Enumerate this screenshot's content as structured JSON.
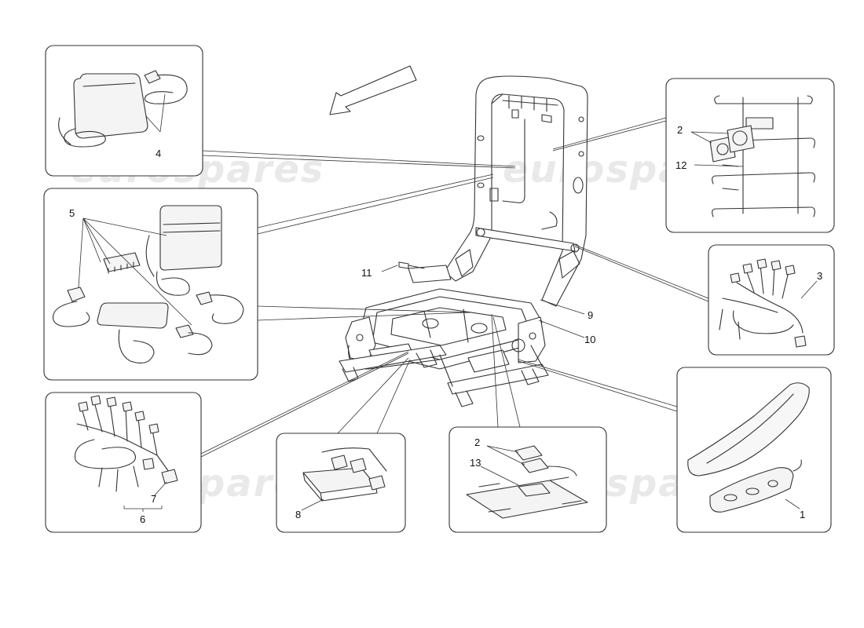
{
  "watermark": "eurospares",
  "callouts": {
    "c1": "1",
    "c2a": "2",
    "c2b": "2",
    "c3": "3",
    "c4": "4",
    "c5": "5",
    "c6": "6",
    "c7": "7",
    "c8": "8",
    "c9": "9",
    "c10": "10",
    "c11": "11",
    "c12": "12",
    "c13": "13"
  }
}
